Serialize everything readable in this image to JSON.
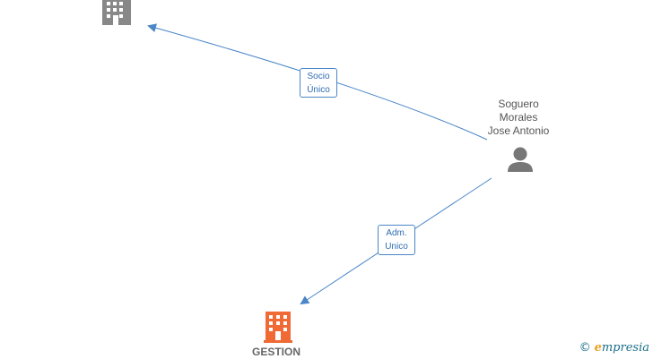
{
  "colors": {
    "edge": "#4a86c8",
    "company_gray": "#888888",
    "company_highlight": "#f06a35",
    "person": "#777777"
  },
  "nodes": {
    "company_top": {
      "label": "",
      "icon": "building-icon"
    },
    "person": {
      "label_line1": "Soguero",
      "label_line2": "Morales",
      "label_line3": "Jose Antonio",
      "icon": "person-icon"
    },
    "company_bottom": {
      "label": "GESTION",
      "icon": "building-icon"
    }
  },
  "edges": {
    "socio": {
      "line1": "Socio",
      "line2": "Único"
    },
    "adm": {
      "line1": "Adm.",
      "line2": "Unico"
    }
  },
  "watermark": {
    "copyright": "©",
    "brand_initial": "e",
    "brand_rest": "mpresia"
  }
}
